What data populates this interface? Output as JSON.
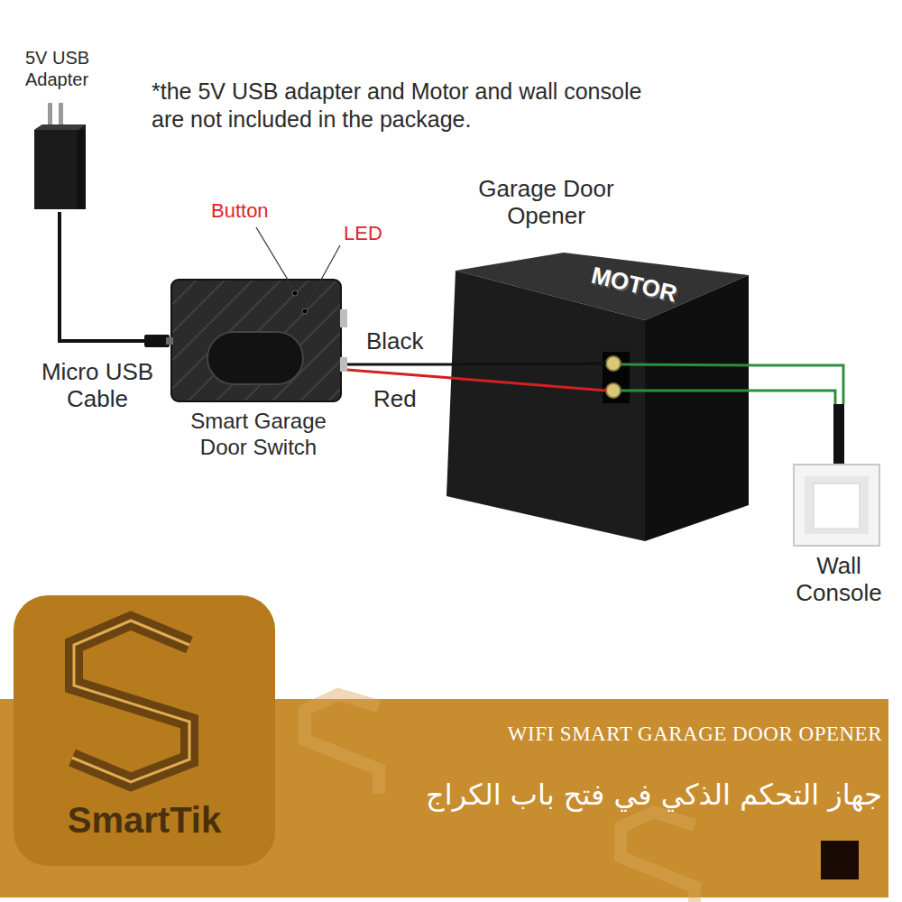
{
  "diagram": {
    "nodes": [
      {
        "text": [
          "5V USB Adapter"
        ]
      },
      {
        "text": [
          "Smart Garage Door Switch"
        ]
      },
      {
        "text": [
          "Garage Door Opener",
          "MOTOR"
        ]
      },
      {
        "text": [
          "Wall Console"
        ]
      },
      {
        "text": [
          "WIFI SMART GARAGE DOOR OPENER",
          "جهاز التحكم الذكي في فتح باب الكراج"
        ]
      },
      {
        "text": [
          "SmartTik"
        ]
      }
    ],
    "edges": [
      {
        "from": 0,
        "to": 1,
        "arrow": "none",
        "label": "Micro USB Cable"
      },
      {
        "from": 1,
        "to": 2,
        "arrow": "none",
        "label": "Black"
      },
      {
        "from": 1,
        "to": 2,
        "arrow": "none",
        "label": "Red"
      },
      {
        "from": 2,
        "to": 3,
        "arrow": "none"
      },
      {
        "from": 2,
        "to": 3,
        "arrow": "none"
      }
    ],
    "labels": [
      "*the 5V USB adapter and Motor and wall console are not included in the package.",
      "Button",
      "LED"
    ]
  }
}
